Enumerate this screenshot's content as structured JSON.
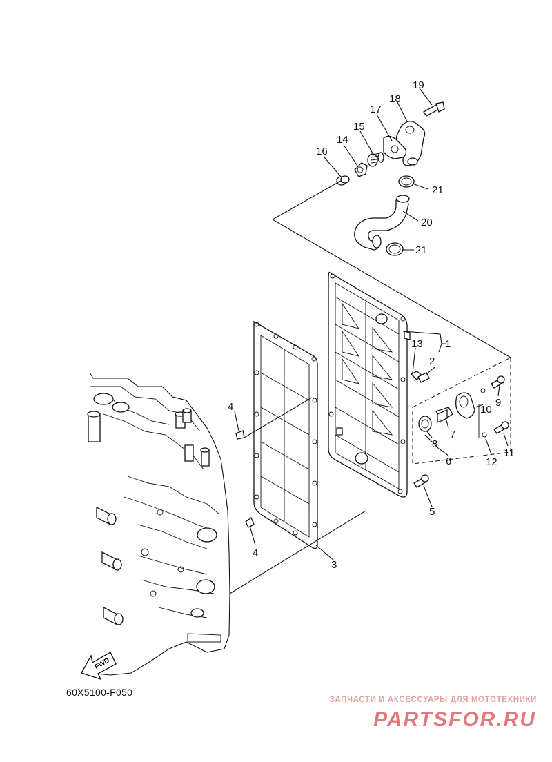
{
  "diagram": {
    "code": "60X5100-F050",
    "fwd_label": "FWD",
    "callouts": [
      "1",
      "2",
      "3",
      "4",
      "4",
      "5",
      "6",
      "7",
      "8",
      "9",
      "10",
      "11",
      "12",
      "13",
      "14",
      "15",
      "16",
      "17",
      "18",
      "19",
      "20",
      "21",
      "21"
    ]
  },
  "watermark": {
    "tagline": "ЗАПЧАСТИ И АКСЕССУАРЫ ДЛЯ МОТОТЕХНИКИ",
    "logo_text": "PARTSFOR.RU",
    "color": "#e07a7a"
  }
}
